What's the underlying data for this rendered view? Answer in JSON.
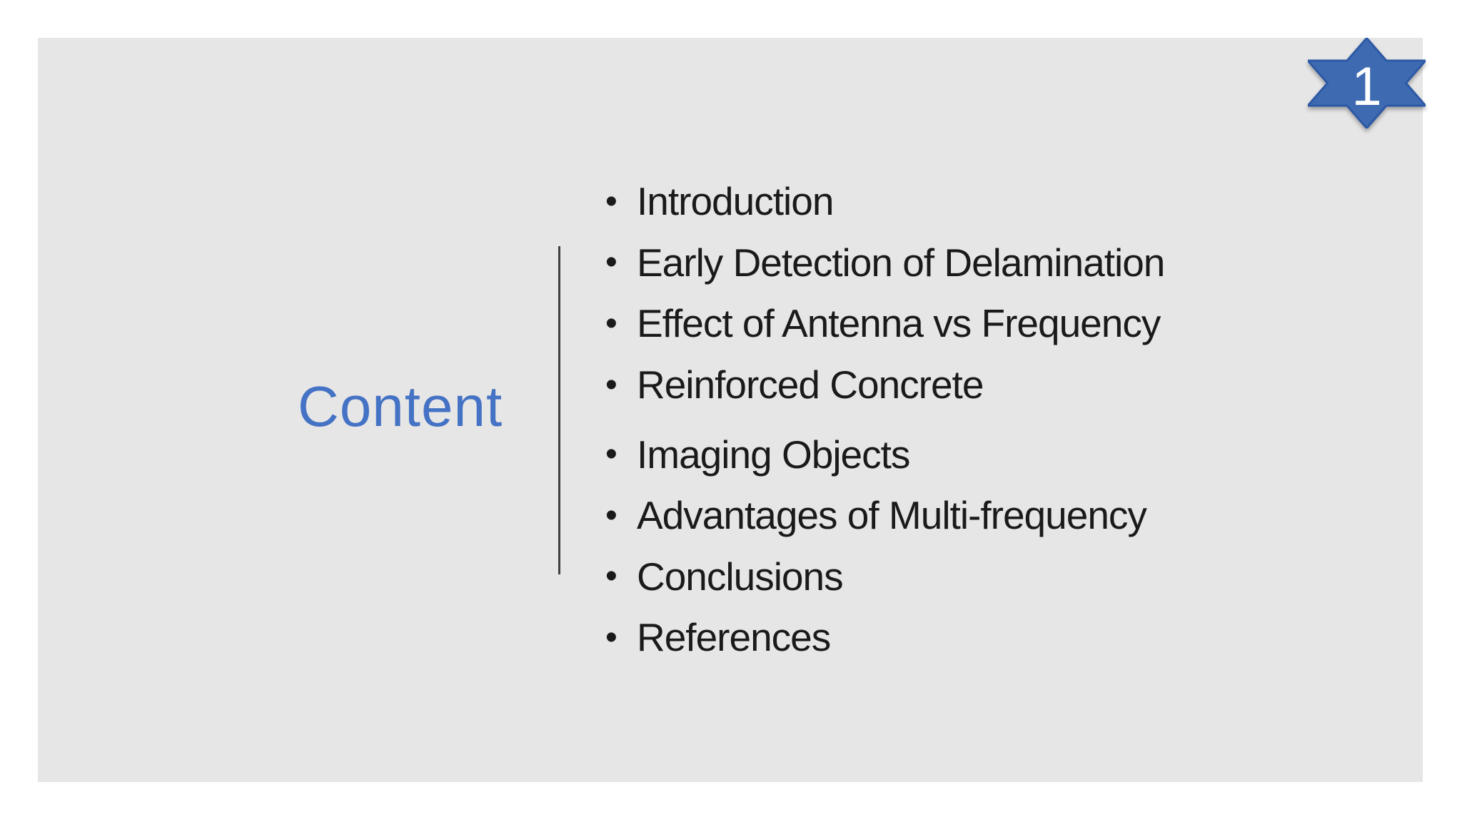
{
  "slide": {
    "page_number": "1",
    "title": "Content",
    "list": {
      "bullet_glyph": "•",
      "items": [
        {
          "label": "Introduction",
          "new_group": false
        },
        {
          "label": "Early Detection of Delamination",
          "new_group": false
        },
        {
          "label": "Effect of Antenna vs Frequency",
          "new_group": false
        },
        {
          "label": "Reinforced Concrete",
          "new_group": false
        },
        {
          "label": "Imaging Objects",
          "new_group": true
        },
        {
          "label": "Advantages of Multi-frequency",
          "new_group": false
        },
        {
          "label": "Conclusions",
          "new_group": false
        },
        {
          "label": "References",
          "new_group": false
        }
      ]
    },
    "colors": {
      "accent_blue": "#4472C4",
      "star_fill": "#3E6AB1",
      "star_border": "#2D59A5",
      "star_number_color": "#FFFFFF",
      "slide_background": "#E7E6E6",
      "page_background": "#FFFFFF",
      "body_text": "#1A1A1A",
      "divider": "#3F3F3F"
    }
  }
}
